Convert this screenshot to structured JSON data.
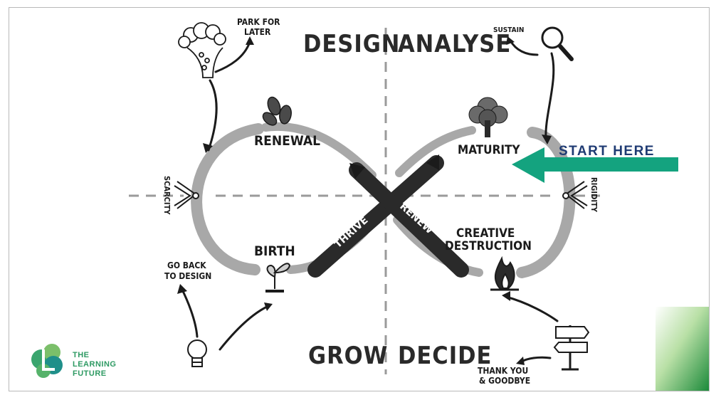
{
  "quadrants": {
    "top_left": "DESIGN",
    "top_right": "ANALYSE",
    "bottom_left": "GROW",
    "bottom_right": "DECIDE"
  },
  "stages": {
    "renewal": "RENEWAL",
    "maturity": "MATURITY",
    "birth": "BIRTH",
    "creative_destruction_1": "CREATIVE",
    "creative_destruction_2": "DESTRUCTION"
  },
  "cross_labels": {
    "thrive": "THRIVE",
    "renew": "RENEW"
  },
  "edge_labels": {
    "scarcity": "SCARCITY",
    "rigidity": "RIGIDITY"
  },
  "notes": {
    "park_1": "PARK FOR",
    "park_2": "LATER",
    "sustain": "SUSTAIN",
    "go_back_1": "GO BACK",
    "go_back_2": "TO DESIGN",
    "thank_1": "THANK YOU",
    "thank_2": "& GOODBYE"
  },
  "callout": {
    "text": "START HERE",
    "arrow_color": "#14a37f",
    "text_color": "#1f3b73"
  },
  "logo": {
    "line1": "THE",
    "line2": "LEARNING",
    "line3": "FUTURE",
    "color": "#2e9a63"
  },
  "colors": {
    "loop": "#a8a8a8",
    "ink": "#1b1b1b",
    "dashed": "#9a9a9a"
  }
}
